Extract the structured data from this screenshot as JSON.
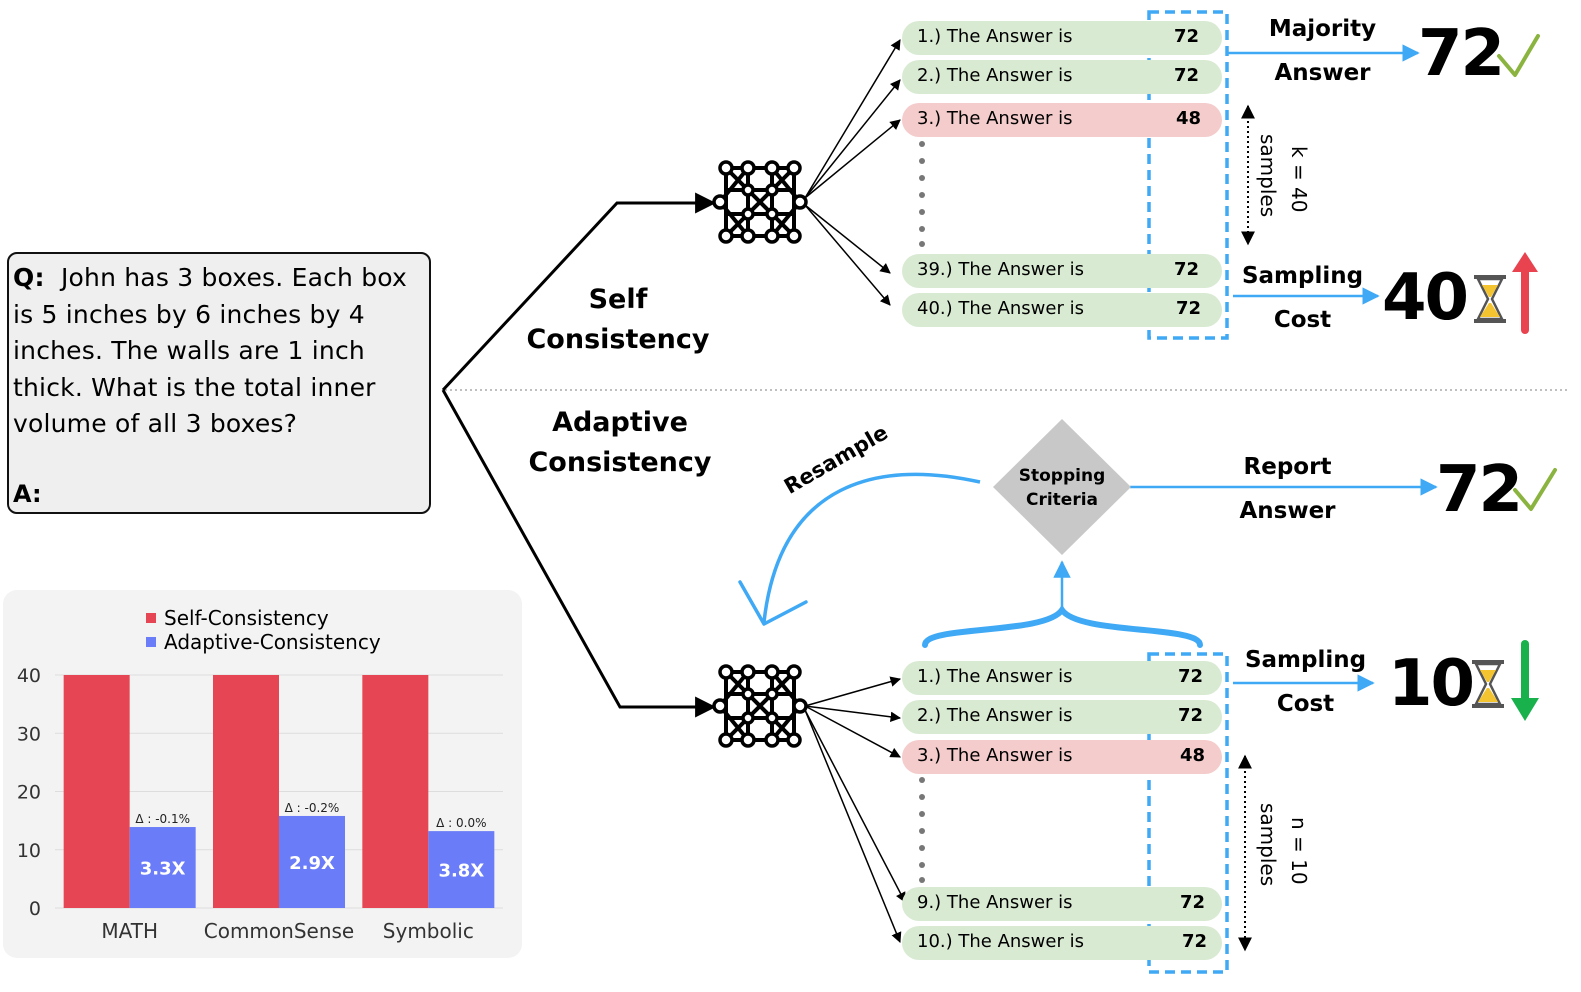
{
  "question": {
    "label": "Q:",
    "text": "John has 3 boxes.  Each box is 5 inches by 6 inches by 4 inches.  The walls are 1 inch thick. What is the total inner volume of all 3 boxes?",
    "answer_label": "A:"
  },
  "self_consistency": {
    "title_line1": "Self",
    "title_line2": "Consistency",
    "samples": [
      {
        "label": "1.) The Answer is",
        "value": "72",
        "status": "correct"
      },
      {
        "label": "2.) The Answer is",
        "value": "72",
        "status": "correct"
      },
      {
        "label": "3.) The Answer is",
        "value": "48",
        "status": "wrong"
      },
      {
        "label": "39.) The Answer is",
        "value": "72",
        "status": "correct"
      },
      {
        "label": "40.) The Answer is",
        "value": "72",
        "status": "correct"
      }
    ],
    "majority_label_line1": "Majority",
    "majority_label_line2": "Answer",
    "majority_value": "72",
    "count_label": "k = 40",
    "count_unit": "samples",
    "cost_label_line1": "Sampling",
    "cost_label_line2": "Cost",
    "cost_value": "40"
  },
  "adaptive_consistency": {
    "title_line1": "Adaptive",
    "title_line2": "Consistency",
    "stopping_line1": "Stopping",
    "stopping_line2": "Criteria",
    "resample_label": "Resample",
    "report_label_line1": "Report",
    "report_label_line2": "Answer",
    "report_value": "72",
    "samples": [
      {
        "label": "1.) The Answer is",
        "value": "72",
        "status": "correct"
      },
      {
        "label": "2.) The Answer is",
        "value": "72",
        "status": "correct"
      },
      {
        "label": "3.) The Answer is",
        "value": "48",
        "status": "wrong"
      },
      {
        "label": "9.) The Answer is",
        "value": "72",
        "status": "correct"
      },
      {
        "label": "10.) The Answer is",
        "value": "72",
        "status": "correct"
      }
    ],
    "count_label": "n = 10",
    "count_unit": "samples",
    "cost_label_line1": "Sampling",
    "cost_label_line2": "Cost",
    "cost_value": "10"
  },
  "colors": {
    "correct_fill": "#d9ead3",
    "wrong_fill": "#f4cccc",
    "accent_blue": "#3fa9f5",
    "check_green": "#8ab43f",
    "arrow_up_red": "#e8434f",
    "arrow_down_green": "#19b14c",
    "hourglass_sand": "#f4c430"
  },
  "chart_data": {
    "type": "bar",
    "categories": [
      "MATH",
      "CommonSense",
      "Symbolic"
    ],
    "series": [
      {
        "name": "Self-Consistency",
        "color": "#e64553",
        "values": [
          40,
          40,
          40
        ]
      },
      {
        "name": "Adaptive-Consistency",
        "color": "#6a7cf7",
        "values": [
          13.9,
          15.8,
          13.2
        ],
        "bar_labels": [
          "3.3X",
          "2.9X",
          "3.8X"
        ],
        "annotations": [
          "Δ : -0.1%",
          "Δ : -0.2%",
          "Δ : 0.0%"
        ]
      }
    ],
    "yticks": [
      0,
      10,
      20,
      30,
      40
    ],
    "ylim": [
      0,
      40
    ],
    "legend_position": "top",
    "grid": true
  }
}
